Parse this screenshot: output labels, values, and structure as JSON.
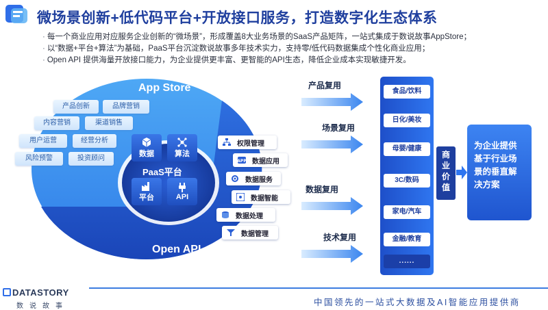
{
  "header": {
    "title": "微场景创新+低代码平台+开放接口服务，打造数字化生态体系",
    "bullets": [
      "每一个商业应用对应服务企业创新的“微场景”，形成覆盖8大业务场景的SaaS产品矩阵，一站式集成于数说故事AppStore；",
      "以“数据+平台+算法”为基础，PaaS平台沉淀数说故事多年技术实力，支持零/低代码数据集成个性化商业应用；",
      "Open API 提供海量开放接口能力，为企业提供更丰富、更智能的API生态，降低企业成本实现敏捷开发。"
    ]
  },
  "diagram": {
    "app_store_label": "App Store",
    "open_api_label": "Open API",
    "app_tags": [
      "产品创新",
      "品牌营销",
      "内容营销",
      "渠道销售",
      "用户运营",
      "经营分析",
      "风险预警",
      "投资顾问"
    ],
    "paas": {
      "title": "PaaS平台",
      "cells": [
        {
          "label": "数据",
          "icon": "cube-icon"
        },
        {
          "label": "算法",
          "icon": "network-icon"
        },
        {
          "label": "平台",
          "icon": "factory-icon"
        },
        {
          "label": "API",
          "icon": "plug-icon"
        }
      ]
    },
    "features": [
      {
        "label": "权限管理",
        "icon": "hierarchy-icon"
      },
      {
        "label": "数据应用",
        "icon": "app-icon"
      },
      {
        "label": "数据服务",
        "icon": "gear-icon"
      },
      {
        "label": "数据智能",
        "icon": "grid-icon"
      },
      {
        "label": "数据处理",
        "icon": "process-icon"
      },
      {
        "label": "数据管理",
        "icon": "filter-icon"
      }
    ],
    "reuse": [
      "产品复用",
      "场景复用",
      "数据复用",
      "技术复用"
    ],
    "industries": [
      "食品/饮料",
      "日化/美妆",
      "母婴/健康",
      "3C/数码",
      "家电/汽车",
      "金融/教育",
      "......"
    ],
    "value_label": "商业价值",
    "solution": "为企业提供基于行业场景的垂直解决方案",
    "solution_lines": [
      "为企业提供",
      "基于行业场",
      "景的垂直解",
      "决方案"
    ]
  },
  "footer": {
    "brand": "DATASTORY",
    "brand_cn": "数说故事",
    "slogan": "中国领先的一站式大数据及AI智能应用提供商"
  },
  "colors": {
    "primary": "#1f4fbf",
    "accent": "#3b7ce0",
    "light": "#cfe4fb"
  }
}
